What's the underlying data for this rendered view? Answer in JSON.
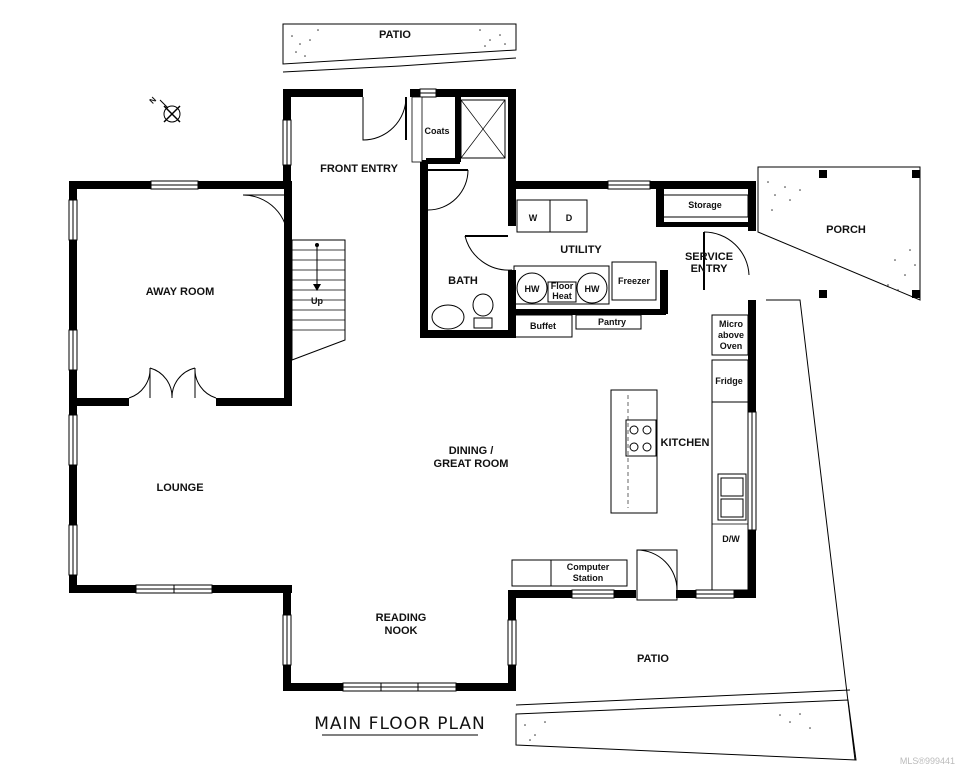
{
  "plan": {
    "title": "MAIN FLOOR PLAN",
    "watermark": "MLS®999441"
  },
  "rooms": {
    "patio_top": "PATIO",
    "front_entry": "FRONT ENTRY",
    "coats": "Coats",
    "away_room": "AWAY ROOM",
    "up": "Up",
    "bath": "BATH",
    "utility": "UTILITY",
    "washer": "W",
    "dryer": "D",
    "hw": "HW",
    "floor": "Floor",
    "heat": "Heat",
    "freezer": "Freezer",
    "storage": "Storage",
    "service": "SERVICE",
    "entry": "ENTRY",
    "porch": "PORCH",
    "buffet": "Buffet",
    "pantry": "Pantry",
    "micro": "Micro",
    "above": "above",
    "oven": "Oven",
    "fridge": "Fridge",
    "kitchen": "KITCHEN",
    "dining": "DINING /",
    "great_room": "GREAT ROOM",
    "lounge": "LOUNGE",
    "dw": "D/W",
    "computer": "Computer",
    "station": "Station",
    "reading": "READING",
    "nook": "NOOK",
    "patio_bottom": "PATIO"
  },
  "icons": {
    "compass": "north-arrow-icon",
    "stove": "cooktop-icon",
    "sink": "sink-icon",
    "toilet": "toilet-icon",
    "tub": "bathtub-icon"
  }
}
